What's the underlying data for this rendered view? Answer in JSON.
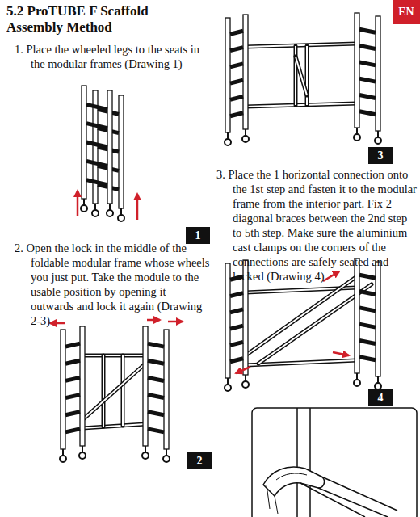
{
  "diagram": {
    "title": "5.2 ProTUBE F Scaffold Assembly Method",
    "nodes": [
      {
        "text": [
          "EN"
        ]
      },
      {
        "text": [
          "1"
        ]
      },
      {
        "text": [
          "2"
        ]
      },
      {
        "text": [
          "3"
        ]
      },
      {
        "text": [
          "4"
        ]
      }
    ],
    "labels": [
      "1. Place the wheeled legs to the seats in the modular frames (Drawing 1)",
      "2. Open the lock in the middle of the foldable modular frame whose wheels you just put. Take the module to the usable position by opening it outwards and lock it again (Drawing 2-3)",
      "3. Place the 1 horizontal connection onto the 1st step and fasten it to the modular frame from the interior part. Fix 2 diagonal braces between the 2nd step to 5th step. Make sure the aluminium cast clamps on the corners of the connections are safely seated and locked (Drawing 4)"
    ]
  }
}
